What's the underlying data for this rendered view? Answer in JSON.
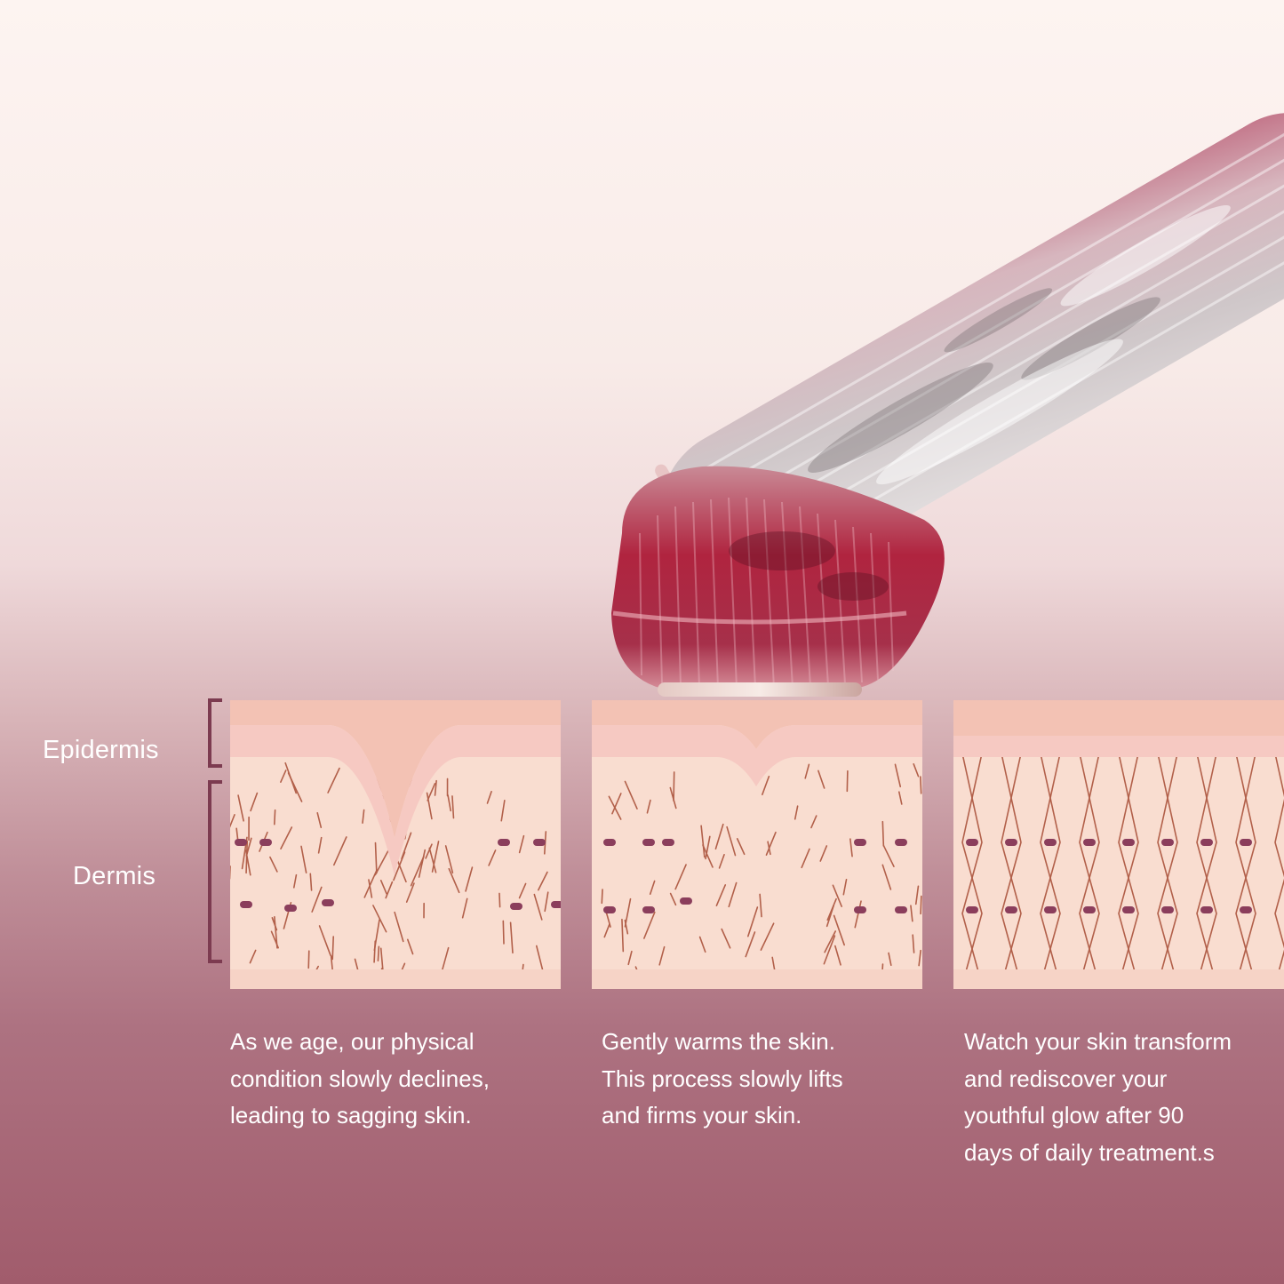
{
  "labels": {
    "epidermis": "Epidermis",
    "dermis": "Dermis"
  },
  "captions": [
    "As we age, our physical\ncondition slowly declines,\nleading to sagging skin.",
    "Gently warms the skin.\nThis process slowly lifts\nand firms your skin.",
    "Watch your skin transform\nand rediscover your\nyouthful glow after 90\ndays of daily treatment.s"
  ],
  "colors": {
    "epidermis_top": "#f3c2b4",
    "epidermis_mid": "#f6c9c2",
    "dermis": "#f9ddd0",
    "fiber": "#b2604a",
    "node": "#8b3e5c",
    "bracket": "#7c3b50",
    "device_head": "#b02a45",
    "device_body": "#d9d1d3"
  },
  "icons": [
    "microcurrent-device-icon"
  ]
}
